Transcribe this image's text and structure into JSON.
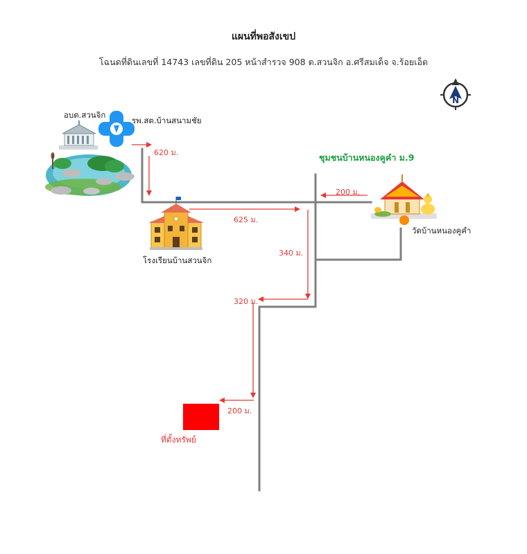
{
  "title": "แผนที่พอสังเขป",
  "subtitle": "โฉนดที่ดินเลขที่ 14743 เลขที่ดิน 205 หน้าสำรวจ 908 ต.สวนจิก อ.ศรีสมเด็จ จ.ร้อยเอ็ด",
  "compass": {
    "letter": "N"
  },
  "landmarks": {
    "sub_district_office": "อบต.สวนจิก",
    "health_hospital": "รพ.สต.บ้านสนามชัย",
    "school": "โรงเรียนบ้านสวนจิก",
    "temple": "วัดบ้านหนองคูคำ",
    "community": "ชุมชนบ้านหนองคูคำ ม.9",
    "property": "ที่ตั้งทรัพย์"
  },
  "distances": {
    "d620": "620 ม.",
    "d625": "625 ม.",
    "d200_top": "200 ม.",
    "d340": "340 ม.",
    "d320": "320 ม.",
    "d200_bottom": "200 ม."
  },
  "colors": {
    "road": "#7f7f7f",
    "arrow": "#e53935",
    "property": "#ff0000",
    "community_text": "#1e9e3e"
  }
}
